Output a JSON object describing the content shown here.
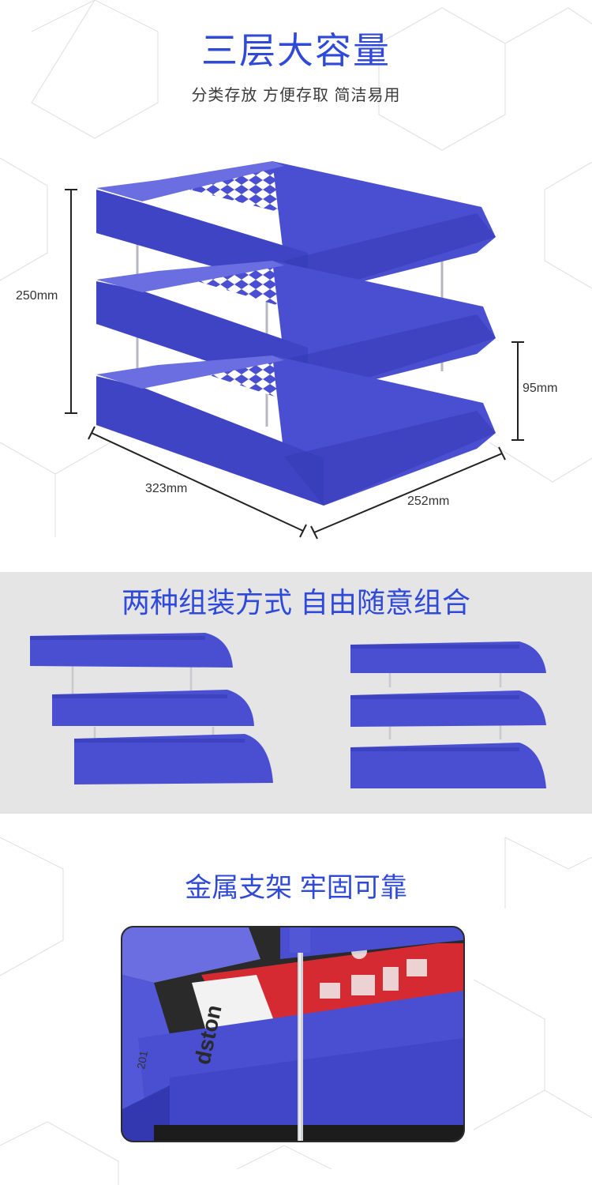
{
  "section1": {
    "title": "三层大容量",
    "subtitle": "分类存放  方便存取  简洁易用",
    "dimensions": {
      "height": "250mm",
      "layer_gap": "95mm",
      "length": "323mm",
      "width": "252mm"
    }
  },
  "section2": {
    "title": "两种组装方式  自由随意组合"
  },
  "section3": {
    "title": "金属支架 牢固可靠",
    "photo_labels": {
      "brand": "dston",
      "year": "201"
    }
  },
  "colors": {
    "accent": "#2f49d8",
    "tray": "#4a4fd2",
    "tray_dark": "#3338b0",
    "tray_light": "#6a6ee0",
    "band": "#e5e5e6"
  },
  "icons": {
    "background": "hexagon-line-pattern",
    "dimension": "dimension-arrow-icon"
  }
}
